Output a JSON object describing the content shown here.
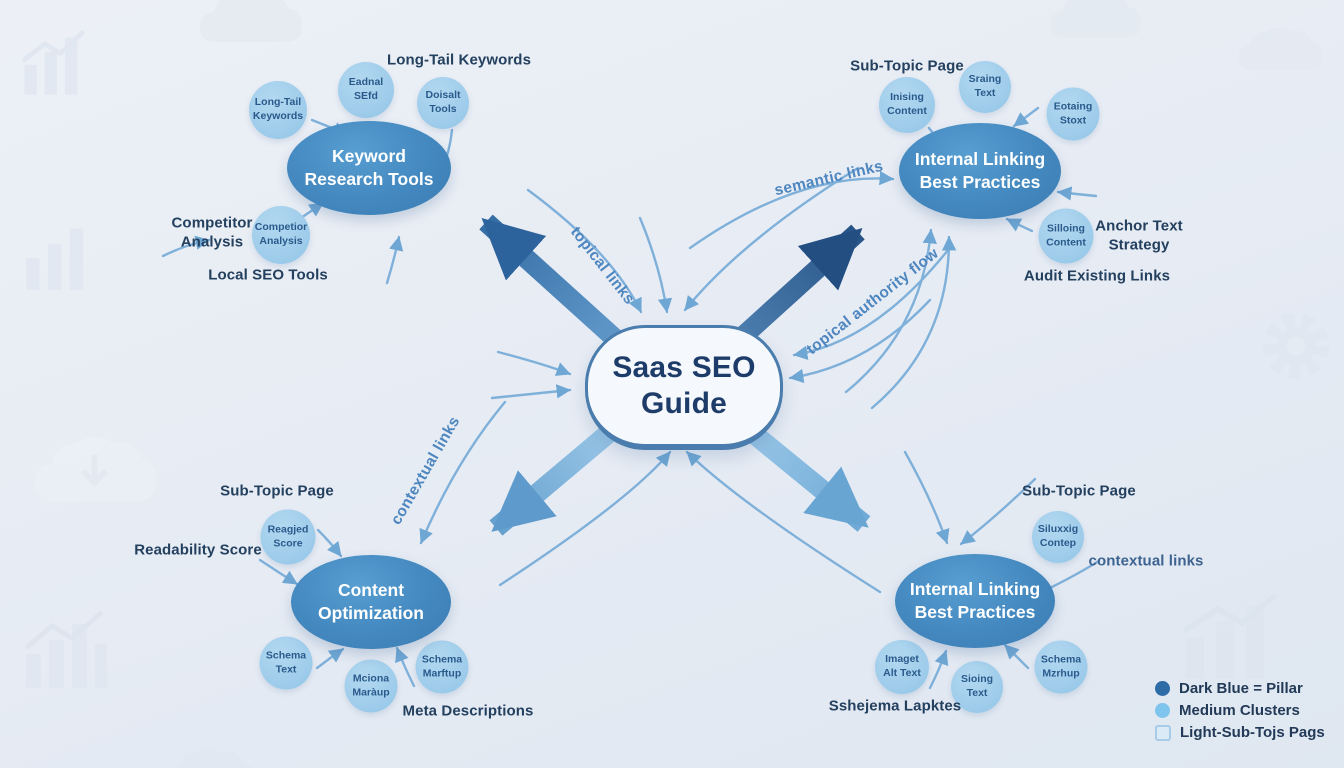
{
  "title": "SaaS SEO topic cluster diagram",
  "center": {
    "label": "Saas SEO\nGuide"
  },
  "clusters": [
    {
      "id": "keyword-research-tools",
      "label": "Keyword\nResearch Tools",
      "satellites": [
        "Long-Tail\nKeywords",
        "Eadnal\nSEfd",
        "Doisalt\nTools",
        "Competior\nAnalysis"
      ],
      "labels": [
        "Long-Tail Keywords",
        "Competitor\nAnalysis",
        "Local SEO Tools"
      ]
    },
    {
      "id": "internal-linking-top",
      "label": "Internal Linking\nBest Practices",
      "satellites": [
        "Inising\nContent",
        "Sraing\nText",
        "Eotaing\nStoxt",
        "Silloing\nContent"
      ],
      "labels": [
        "Sub-Topic Page",
        "Anchor Text\nStrategy",
        "Audit Existing Links"
      ]
    },
    {
      "id": "content-optimization",
      "label": "Content\nOptimization",
      "satellites": [
        "Reagjed\nScore",
        "Schema\nText",
        "Mciona\nMaràup",
        "Schema\nMarftup"
      ],
      "labels": [
        "Sub-Topic Page",
        "Readability Score",
        "Meta Descriptions"
      ]
    },
    {
      "id": "internal-linking-bottom",
      "label": "Internal Linking\nBest Practices",
      "satellites": [
        "Siluxxig\nContep",
        "Imaget\nAlt Text",
        "Sioing\nText",
        "Schema\nMzrhup"
      ],
      "labels": [
        "Sub-Topic Page",
        "contextual links",
        "Sshejema Lapktes"
      ]
    }
  ],
  "flow_labels": {
    "topical": "topical links",
    "semantic": "semantic links",
    "authority": "topical authority flow",
    "contextual": "contextual links"
  },
  "legend": {
    "items": [
      {
        "swatch": "pillar-circle",
        "label": "Dark Blue = Pillar"
      },
      {
        "swatch": "cluster-circle",
        "label": "Medium Clusters"
      },
      {
        "swatch": "subpage-square",
        "label": "Light-Sub-Tojs Pags"
      }
    ]
  },
  "background_icons": [
    "bar-chart",
    "cloud",
    "cloud-download",
    "gear"
  ],
  "colors": {
    "background": "#e8edf4",
    "pillar_node": "#f5f8fc",
    "pillar_border": "#4a7dad",
    "cluster_fill": "#4388bf",
    "subpage_fill": "#9ccbea",
    "dark_text": "#24405f",
    "flow_text": "#4e86bf",
    "arrow_dark": "#2c5f96",
    "arrow_light": "#8fc0e4"
  }
}
